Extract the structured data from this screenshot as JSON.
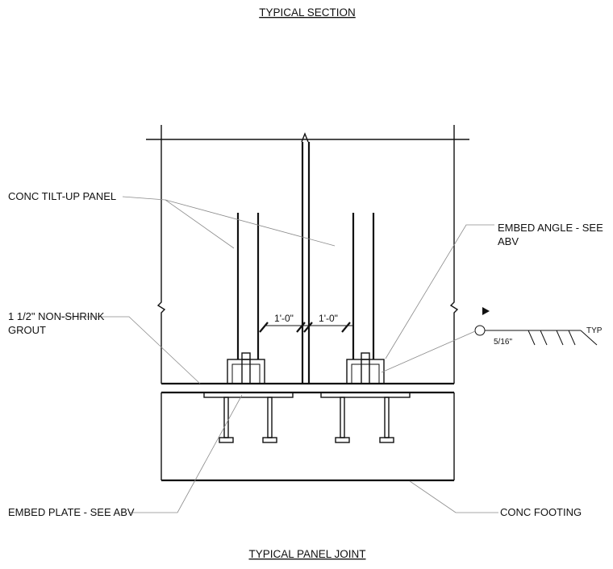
{
  "titles": {
    "top": "TYPICAL SECTION",
    "bottom": "TYPICAL PANEL JOINT"
  },
  "notes": {
    "panel": "CONC TILT-UP PANEL",
    "grout_line1": "1 1/2\" NON-SHRINK",
    "grout_line2": "GROUT",
    "embed_angle_line1": "EMBED ANGLE - SEE",
    "embed_angle_line2": "ABV",
    "embed_plate": "EMBED PLATE - SEE ABV",
    "footing": "CONC FOOTING"
  },
  "dimensions": {
    "left": "1'-0\"",
    "right": "1'-0\""
  },
  "weld": {
    "size": "5/16\"",
    "note": "TYP"
  }
}
